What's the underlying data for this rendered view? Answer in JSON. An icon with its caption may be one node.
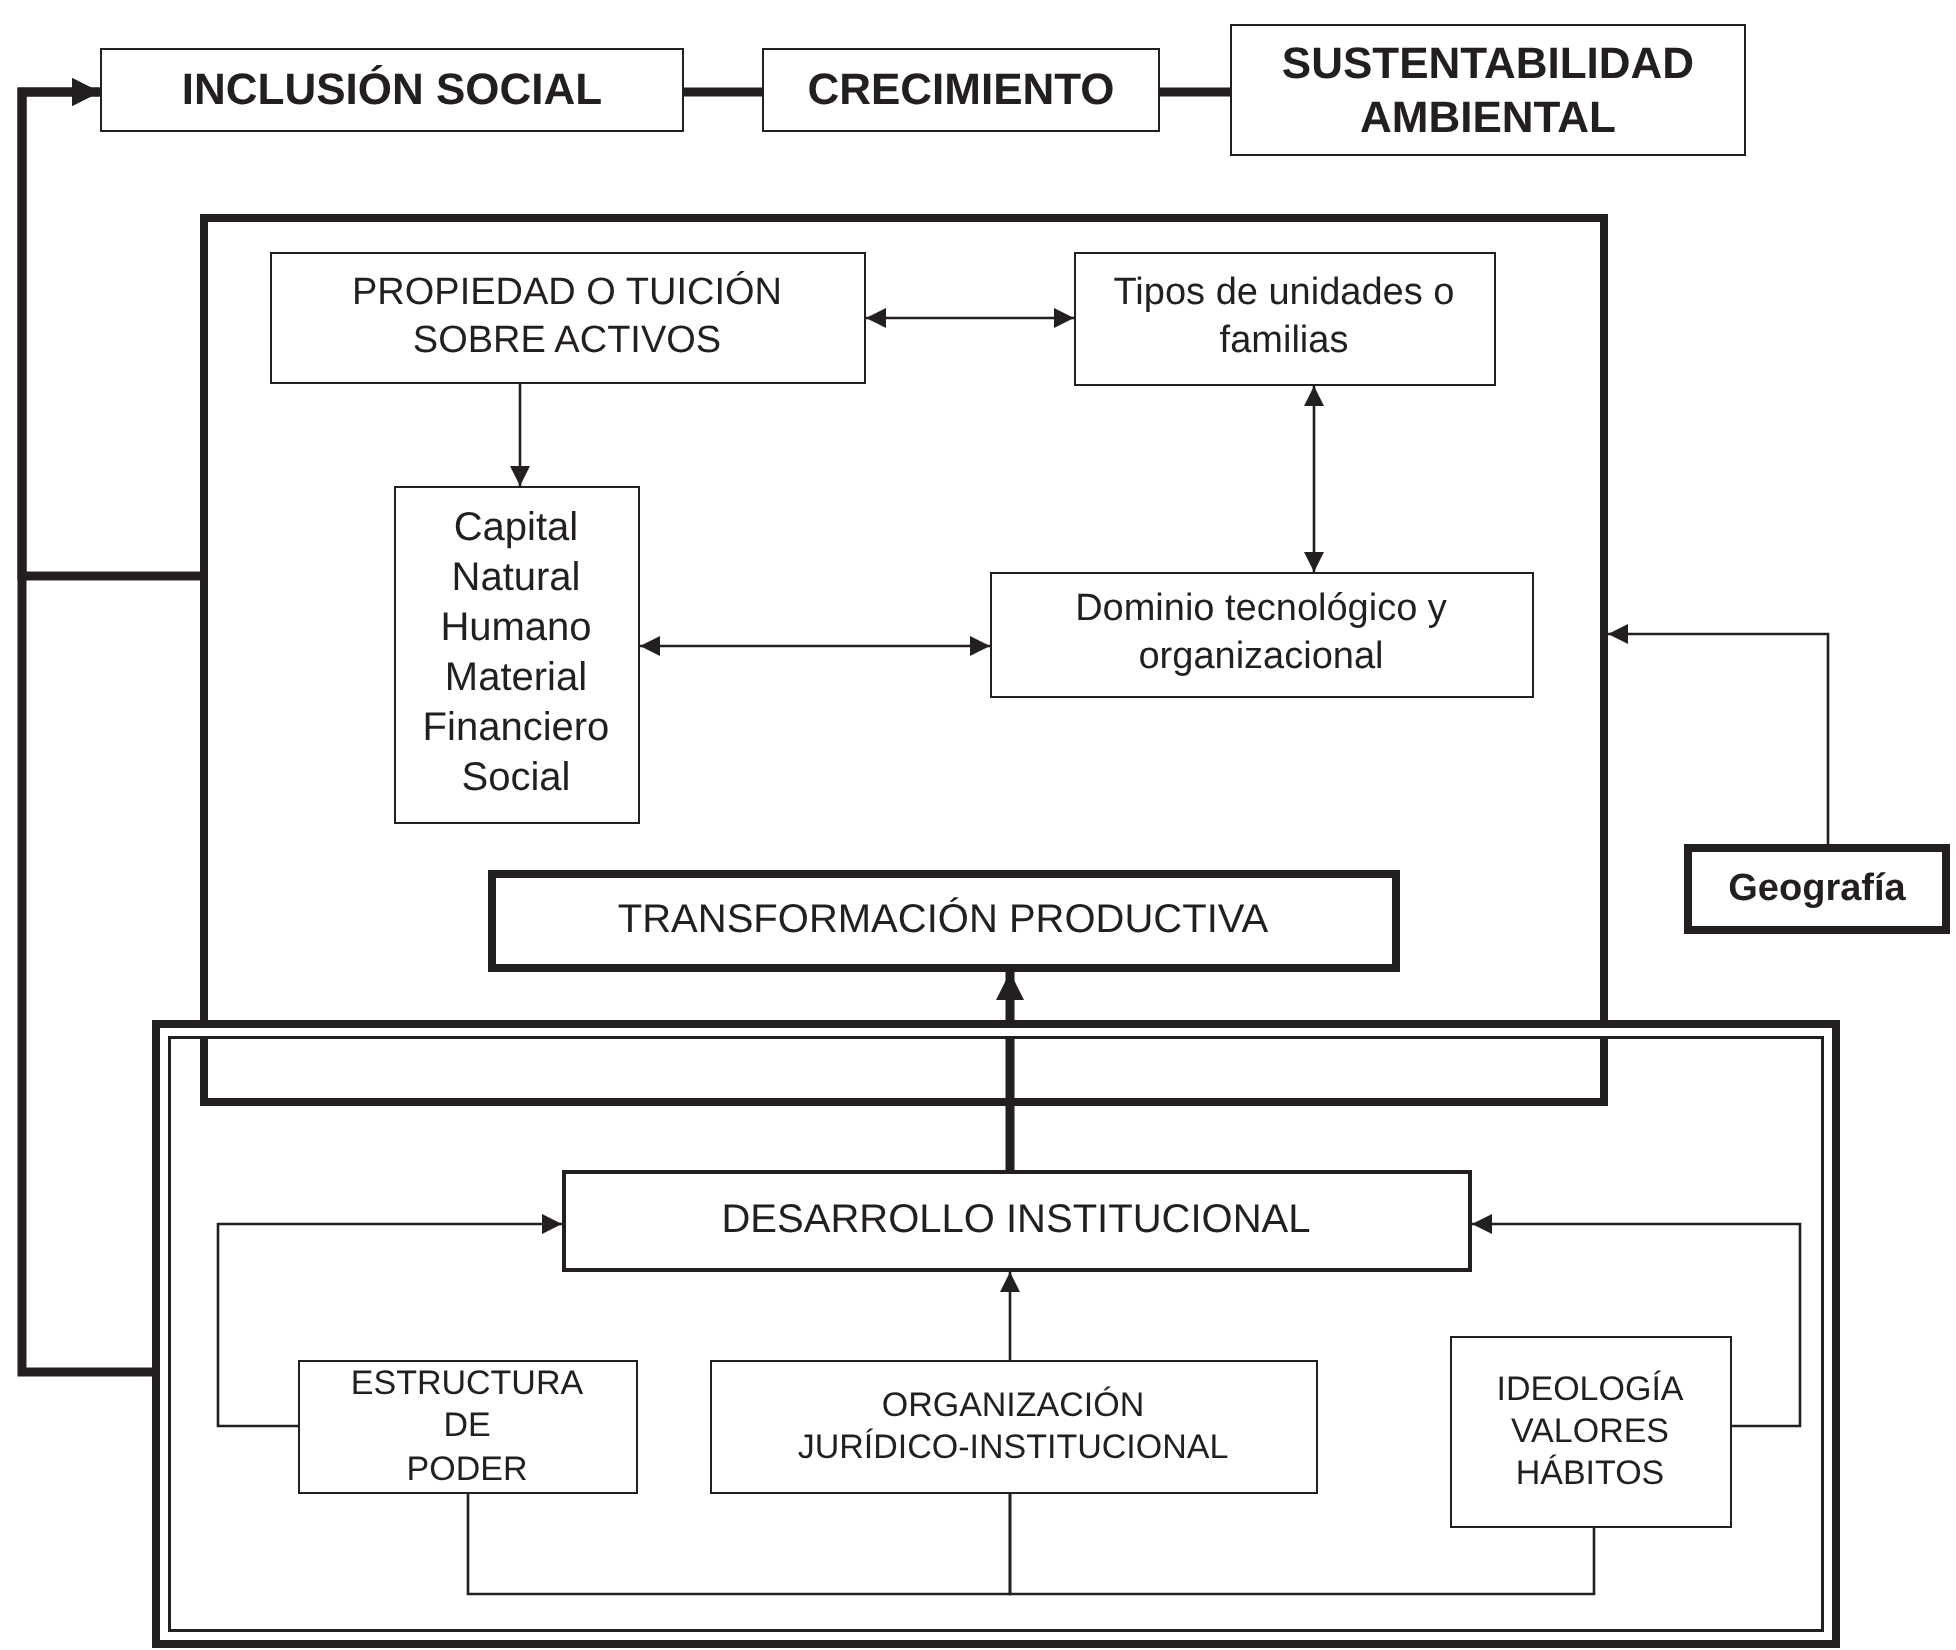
{
  "diagram": {
    "nodes": [
      {
        "text": [
          "INCLUSIÓN SOCIAL"
        ]
      },
      {
        "text": [
          "CRECIMIENTO"
        ]
      },
      {
        "text": [
          "SUSTENTABILIDAD AMBIENTAL"
        ]
      },
      {
        "text": [],
        "shape": "box"
      },
      {
        "text": [
          "PROPIEDAD O TUICIÓN SOBRE ACTIVOS"
        ],
        "in": 3
      },
      {
        "text": [
          "Tipos de unidades o familias"
        ],
        "in": 3
      },
      {
        "text": [
          "Capital Natural Humano Material Financiero Social"
        ],
        "in": 3
      },
      {
        "text": [
          "Dominio tecnológico y organizacional"
        ],
        "in": 3
      },
      {
        "text": [
          "TRANSFORMACIÓN PRODUCTIVA"
        ],
        "in": 3
      },
      {
        "text": [
          "Geografía"
        ]
      },
      {
        "text": [],
        "shape": "box"
      },
      {
        "text": [
          "DESARROLLO INSTITUCIONAL"
        ],
        "in": 10
      },
      {
        "text": [
          "ESTRUCTURA DE PODER"
        ],
        "in": 10
      },
      {
        "text": [
          "ORGANIZACIÓN JURÍDICO-INSTITUCIONAL"
        ],
        "in": 10
      },
      {
        "text": [
          "IDEOLOGÍA VALORES HÁBITOS"
        ],
        "in": 10
      }
    ],
    "edges": [
      {
        "from": 0,
        "to": 1,
        "arrow": "none",
        "style": "thick"
      },
      {
        "from": 1,
        "to": 2,
        "arrow": "none",
        "style": "thick"
      },
      {
        "from": 3,
        "to": 0,
        "arrow": "to",
        "style": "thick"
      },
      {
        "from": 10,
        "to": 0,
        "arrow": "to",
        "style": "thick"
      },
      {
        "from": 4,
        "to": 5,
        "arrow": "both"
      },
      {
        "from": 4,
        "to": 6,
        "arrow": "to"
      },
      {
        "from": 5,
        "to": 7,
        "arrow": "both"
      },
      {
        "from": 6,
        "to": 7,
        "arrow": "both"
      },
      {
        "from": 9,
        "to": 3,
        "arrow": "to"
      },
      {
        "from": 11,
        "to": 8,
        "arrow": "to",
        "style": "thick"
      },
      {
        "from": 12,
        "to": 11,
        "arrow": "to"
      },
      {
        "from": 13,
        "to": 11,
        "arrow": "to"
      },
      {
        "from": 14,
        "to": 11,
        "arrow": "to"
      },
      {
        "from": 12,
        "to": 13,
        "arrow": "none"
      },
      {
        "from": 13,
        "to": 14,
        "arrow": "none"
      }
    ]
  }
}
